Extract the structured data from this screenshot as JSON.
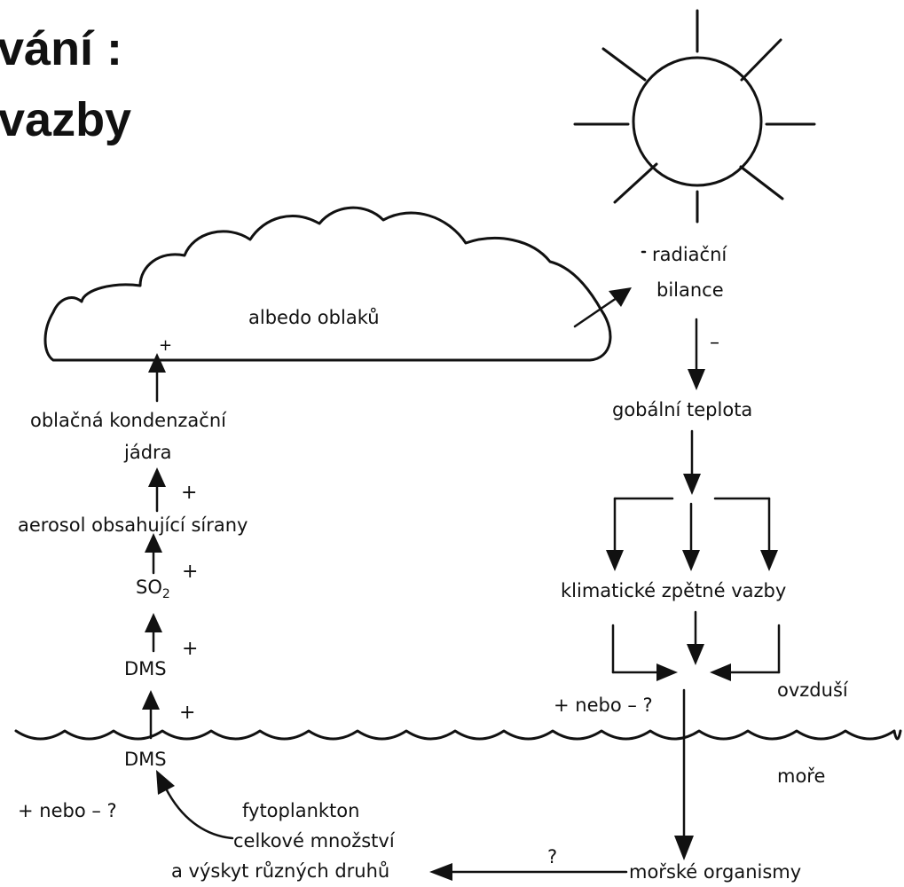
{
  "title": {
    "line1": "vání :",
    "line2": "vazby"
  },
  "labels": {
    "radiation": "radiační",
    "balance": "bilance",
    "cloud_albedo": "albedo oblaků",
    "cloud_nuclei_1": "oblačná  kondenzační",
    "cloud_nuclei_2": "jádra",
    "aerosol": "aerosol obsahující sírany",
    "so2": "SO",
    "so2_sub": "2",
    "dms_air": "DMS",
    "dms_sea": "DMS",
    "global_temp": "gobální teplota",
    "climate_feedbacks": "klimatické zpětné vazby",
    "atmosphere": "ovzduší",
    "sea": "moře",
    "plus_or_minus_right": "+ nebo – ?",
    "plus_or_minus_left": "+ nebo  –  ?",
    "phytoplankton": "fytoplankton",
    "total_amount": "celkové množství",
    "species_occurrence": "a výskyt různých druhů",
    "marine_organisms": "mořské organismy",
    "question": "?"
  },
  "signs": {
    "cloud_plus": "+",
    "nuclei_plus": "+",
    "aerosol_plus": "+",
    "so2_plus": "+",
    "dms_plus": "+",
    "balance_minus": "–"
  }
}
